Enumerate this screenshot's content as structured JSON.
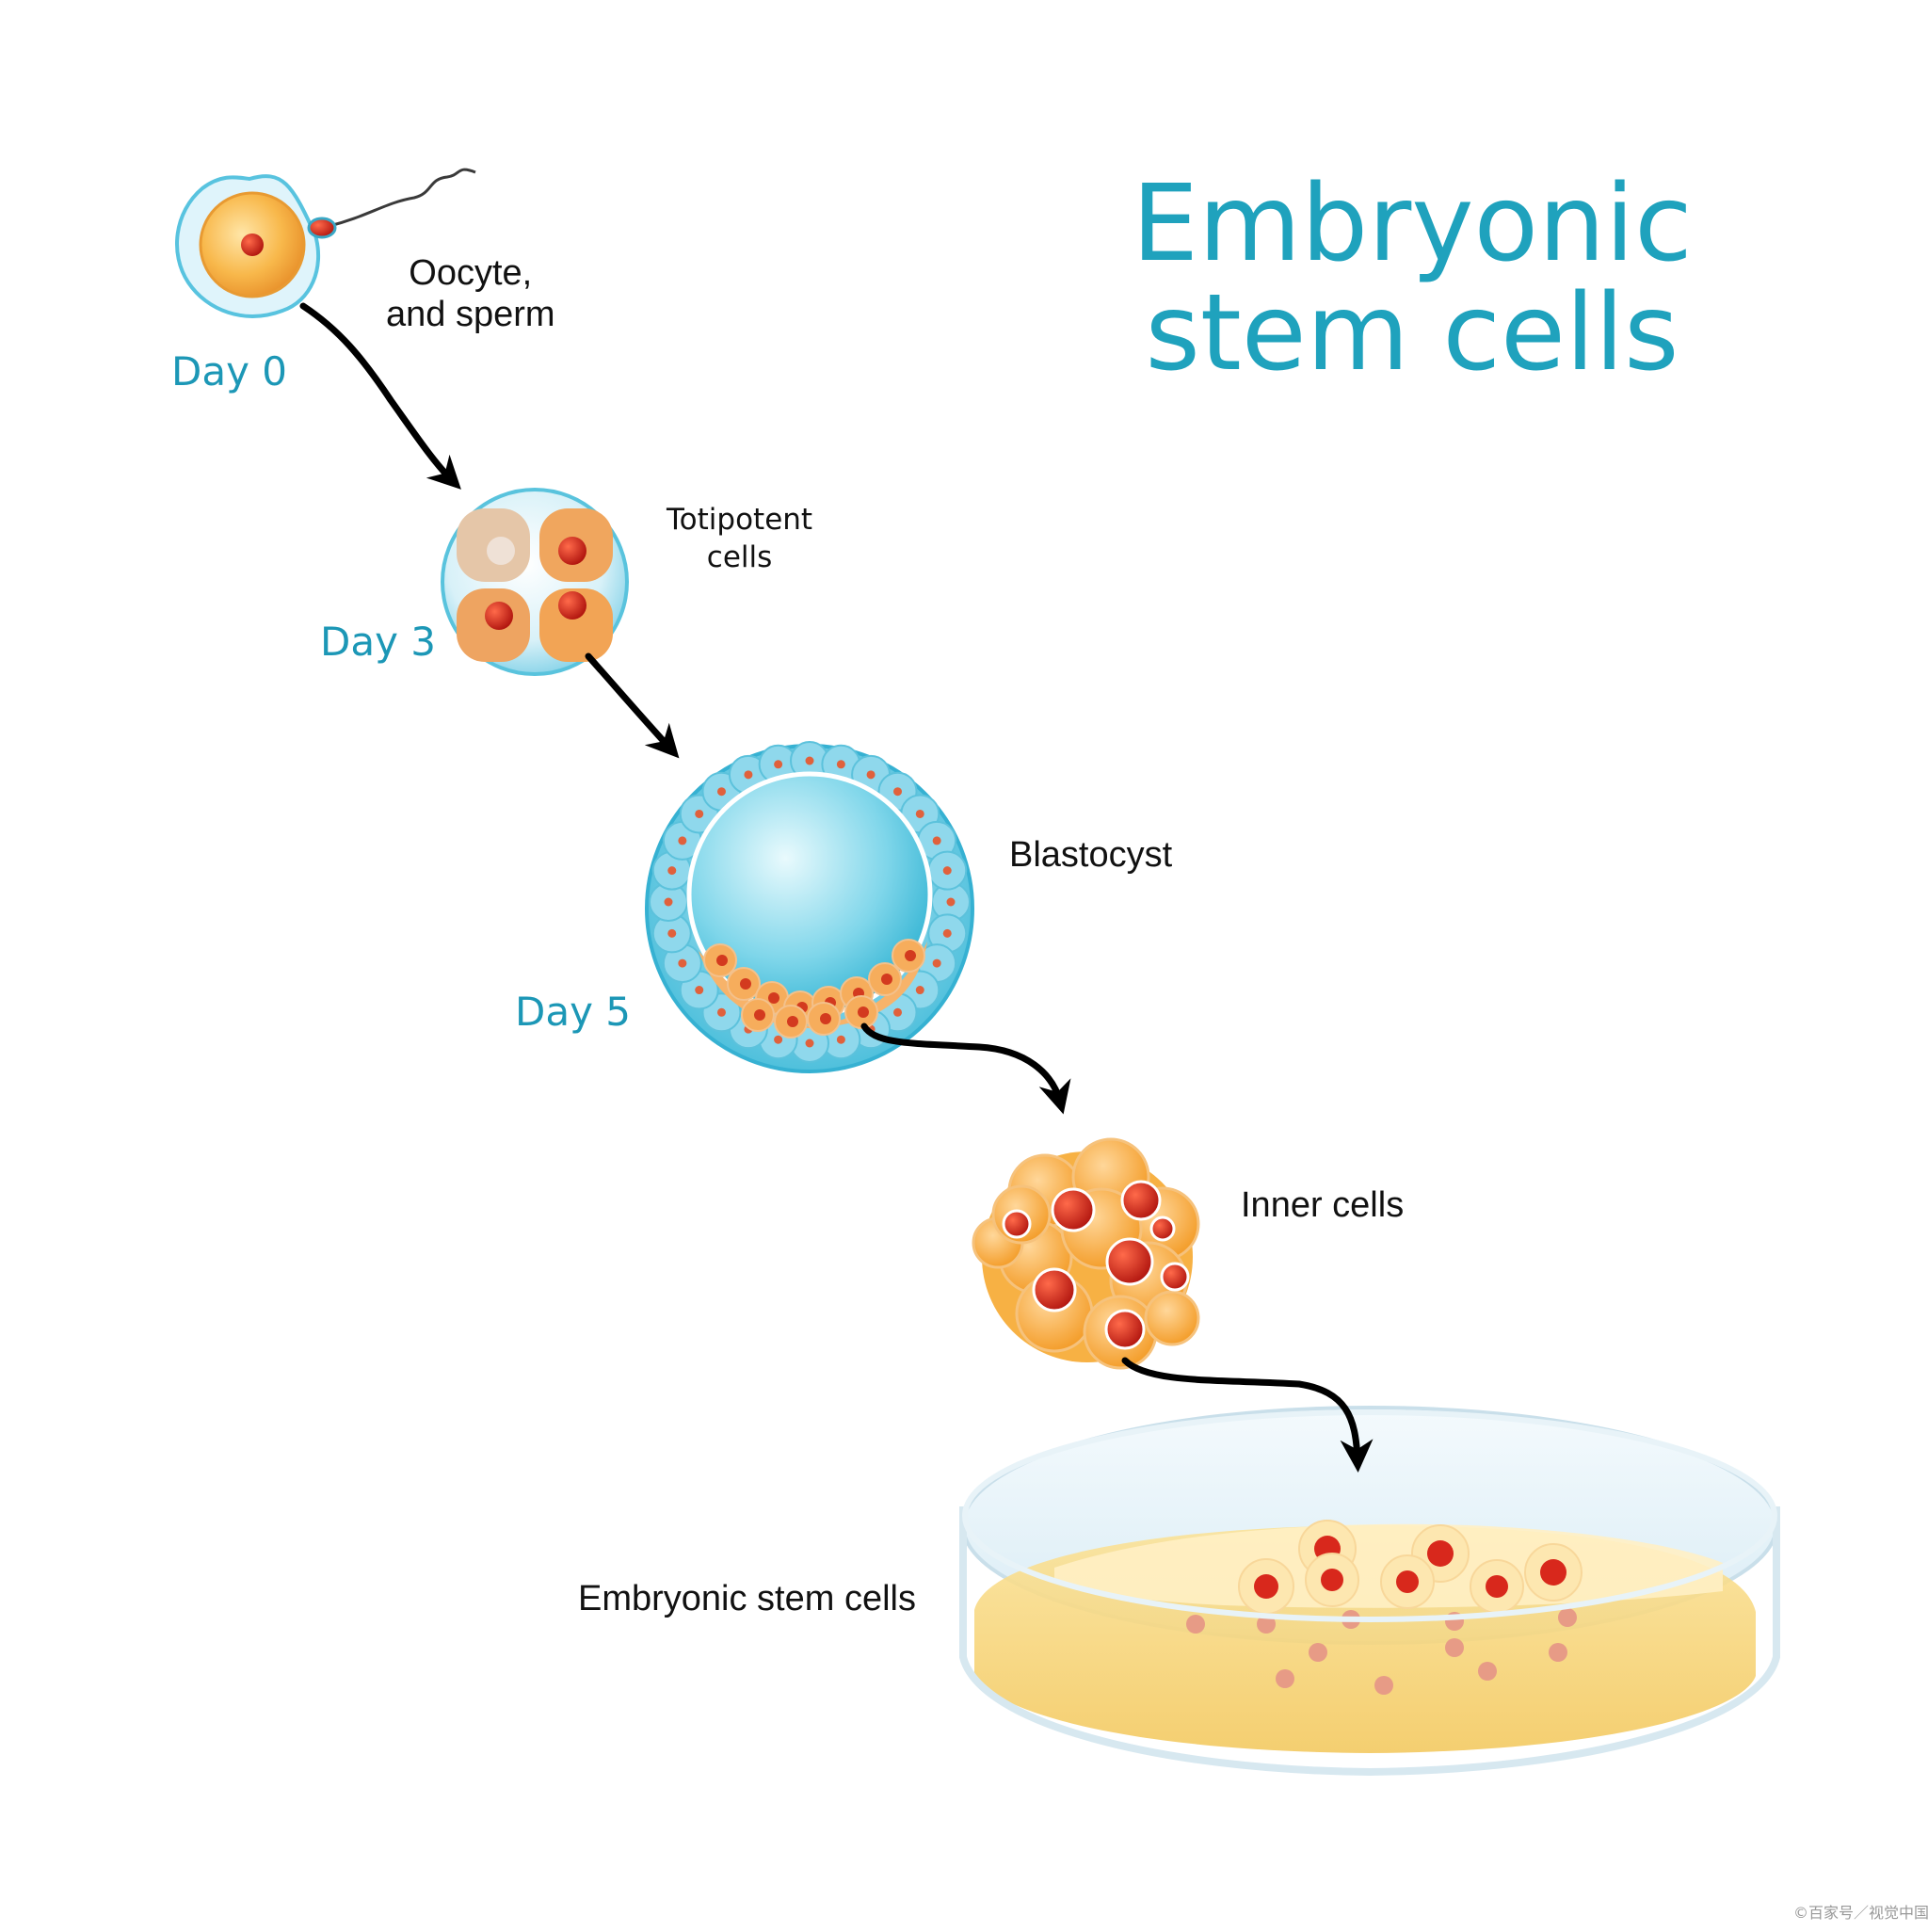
{
  "title": {
    "line1": "Embryonic",
    "line2": "stem cells"
  },
  "stages": [
    {
      "id": "oocyte",
      "day": "Day 0",
      "label_line1": "Oocyte,",
      "label_line2": "and sperm"
    },
    {
      "id": "totipotent",
      "day": "Day 3",
      "label_line1": "Totipotent",
      "label_line2": "cells"
    },
    {
      "id": "blastocyst",
      "day": "Day 5",
      "label": "Blastocyst"
    },
    {
      "id": "inner",
      "label": "Inner cells"
    },
    {
      "id": "esc",
      "label": "Embryonic stem cells"
    }
  ],
  "watermark": "©百家号／视觉中国",
  "colors": {
    "accent": "#1fa2bd",
    "nucleus": "#c8201a",
    "cell": "#f5a93a",
    "shell": "#7fd3e8",
    "arrow": "#000000"
  }
}
